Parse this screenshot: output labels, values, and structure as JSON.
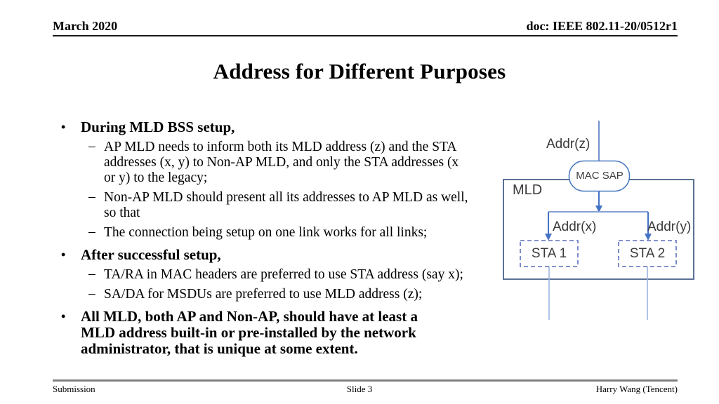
{
  "slide": {
    "header": {
      "left": "March 2020",
      "right": "doc: IEEE 802.11-20/0512r1"
    },
    "title": "Address for Different Purposes",
    "markers": {
      "level1": "•",
      "level2": "–"
    },
    "bullets": [
      {
        "level": 1,
        "text": "During MLD BSS setup,"
      },
      {
        "level": 2,
        "text": "AP MLD needs to inform both its MLD address (z) and the STA\naddresses (x, y) to Non-AP MLD, and only the STA addresses (x\nor y) to the legacy;"
      },
      {
        "level": 2,
        "text": "Non-AP MLD should present all its addresses to AP MLD as well,\nso that"
      },
      {
        "level": 2,
        "text": "The connection being setup on one link works for all links;"
      },
      {
        "level": 1,
        "text": "After successful setup,"
      },
      {
        "level": 2,
        "text": "TA/RA in MAC headers are preferred to use STA address (say x);"
      },
      {
        "level": 2,
        "text": "SA/DA for MSDUs are preferred to use MLD address (z);"
      },
      {
        "level": 1,
        "text": "All MLD, both AP and Non-AP, should have at least a\nMLD address built-in or pre-installed by the network\nadministrator, that is unique at some extent."
      }
    ],
    "diagram": {
      "addr_z": "Addr(z)",
      "mac_sap": "MAC SAP",
      "mld": "MLD",
      "addr_x": "Addr(x)",
      "addr_y": "Addr(y)",
      "sta1": "STA 1",
      "sta2": "STA 2",
      "colors": {
        "arrow": "#4472c4",
        "line_light": "#7292cc",
        "branch": "#85a1d6",
        "connector": "#9db5e2",
        "mld_border": "#5b7195",
        "sta_border": "#5c6fbe",
        "capsule_border": "#4a7ac0",
        "label_text": "#3b3b3b"
      }
    },
    "footer": {
      "left": "Submission",
      "center": "Slide 3",
      "right": "Harry Wang (Tencent)"
    }
  }
}
